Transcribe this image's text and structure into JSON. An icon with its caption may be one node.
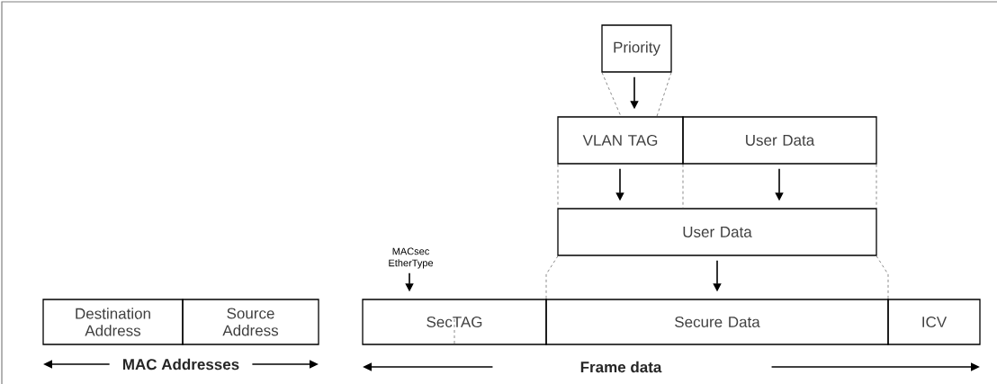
{
  "diagram": {
    "nodes": [
      {
        "text": [
          "Priority"
        ]
      },
      {
        "text": [
          "VLAN TAG"
        ]
      },
      {
        "text": [
          "User Data"
        ]
      },
      {
        "text": [
          "User Data"
        ]
      },
      {
        "text": [
          "MACsec EtherType"
        ]
      },
      {
        "text": [
          "SecTAG"
        ]
      },
      {
        "text": [
          "Secure Data"
        ]
      },
      {
        "text": [
          "ICV"
        ]
      },
      {
        "text": [
          "Destination Address"
        ]
      },
      {
        "text": [
          "Source Address"
        ]
      }
    ],
    "edges": [
      {
        "from": 0,
        "to": 1,
        "arrow": "to"
      },
      {
        "from": 1,
        "to": 3,
        "arrow": "to"
      },
      {
        "from": 2,
        "to": 3,
        "arrow": "to"
      },
      {
        "from": 3,
        "to": 6,
        "arrow": "to"
      },
      {
        "from": 4,
        "to": 5,
        "arrow": "to"
      },
      {
        "from": 0,
        "to": 1,
        "arrow": "none",
        "style": "dashed"
      },
      {
        "from": 0,
        "to": 1,
        "arrow": "none",
        "style": "dashed"
      },
      {
        "from": 1,
        "to": 3,
        "arrow": "none",
        "style": "dashed"
      },
      {
        "from": 1,
        "to": 3,
        "arrow": "none",
        "style": "dashed"
      },
      {
        "from": 2,
        "to": 3,
        "arrow": "none",
        "style": "dashed"
      },
      {
        "from": 3,
        "to": 5,
        "arrow": "none",
        "style": "dashed"
      },
      {
        "from": 3,
        "to": 7,
        "arrow": "none",
        "style": "dashed"
      }
    ],
    "labels": [
      "MAC Addresses",
      "Frame data"
    ]
  }
}
